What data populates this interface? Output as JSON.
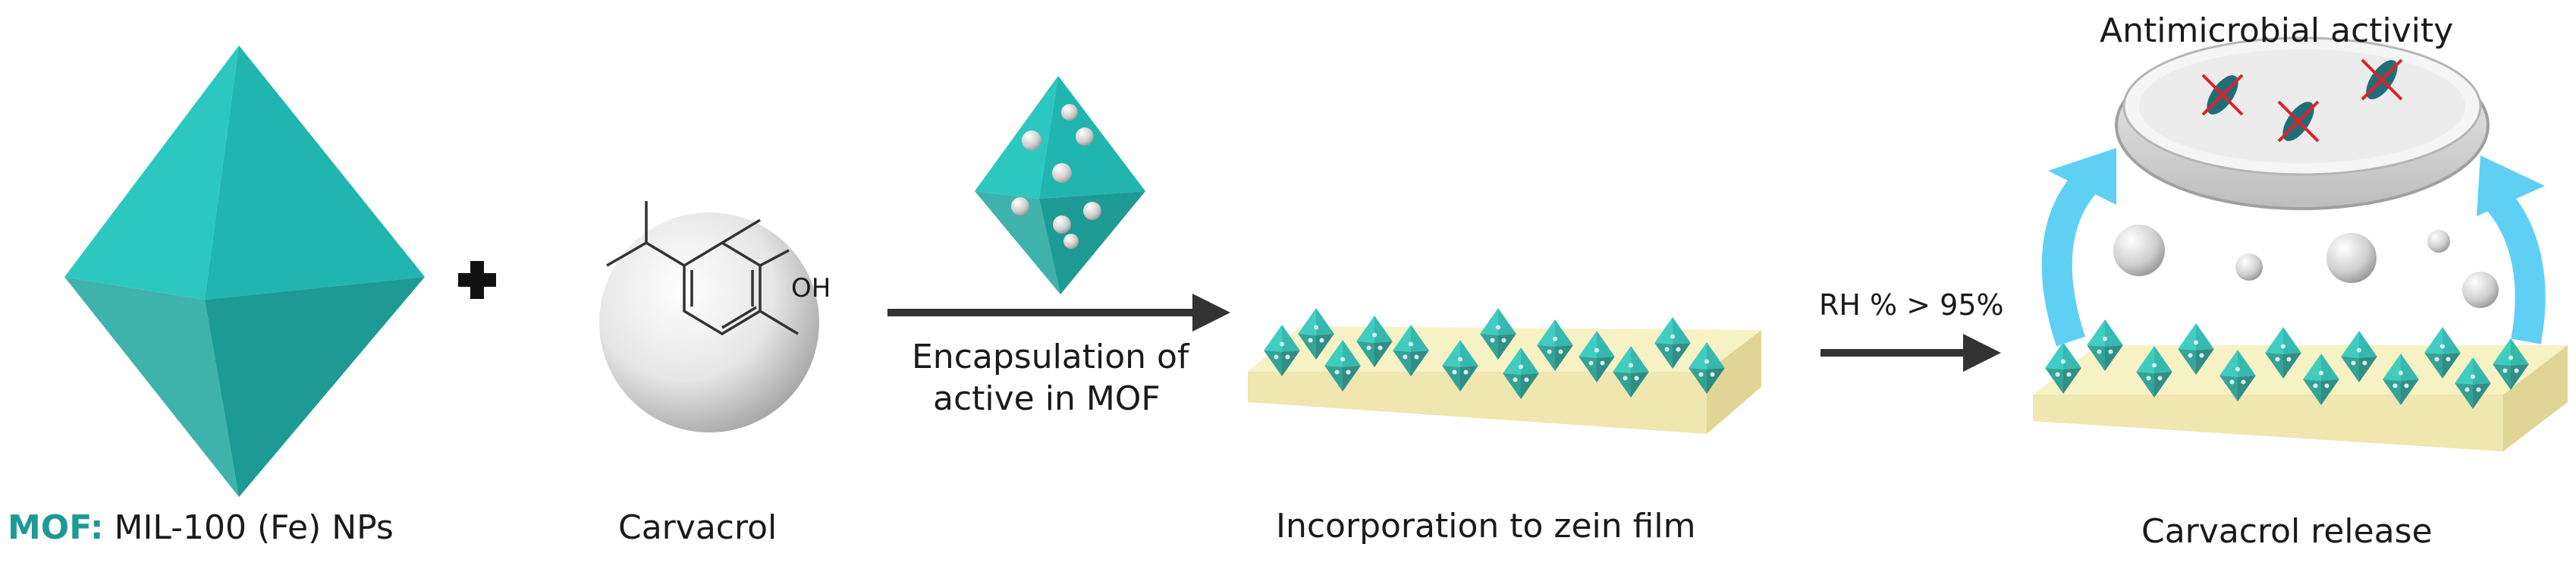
{
  "labels": {
    "mof_key": "MOF:",
    "mof_name": "MIL-100 (Fe) NPs",
    "carvacrol": "Carvacrol",
    "carvacrol_oh": "OH",
    "encapsulation_line1": "Encapsulation of",
    "encapsulation_line2": "active in MOF",
    "incorporation": "Incorporation to zein film",
    "rh_condition": "RH % > 95%",
    "release": "Carvacrol release",
    "antimicrobial": "Antimicrobial activity"
  },
  "colors": {
    "mof_light": "#2cc8c0",
    "mof_mid": "#1fb3ad",
    "mof_dark": "#1e9a94",
    "mof_shadow": "#1a837e",
    "film_top": "#f7f2c4",
    "film_side": "#e9dea0",
    "release_arrow": "#5fd0f4",
    "arrow": "#333333",
    "petri": "#d9d9d9",
    "bacteria": "#1f6f78",
    "cross": "#e0202a"
  },
  "icons": {
    "plus": "plus-icon",
    "process_arrow": "arrow-right-icon",
    "release_arrows": "curved-arrow-up-icon",
    "bacteria": "bacteria-icon",
    "petri_dish": "petri-dish-icon"
  }
}
